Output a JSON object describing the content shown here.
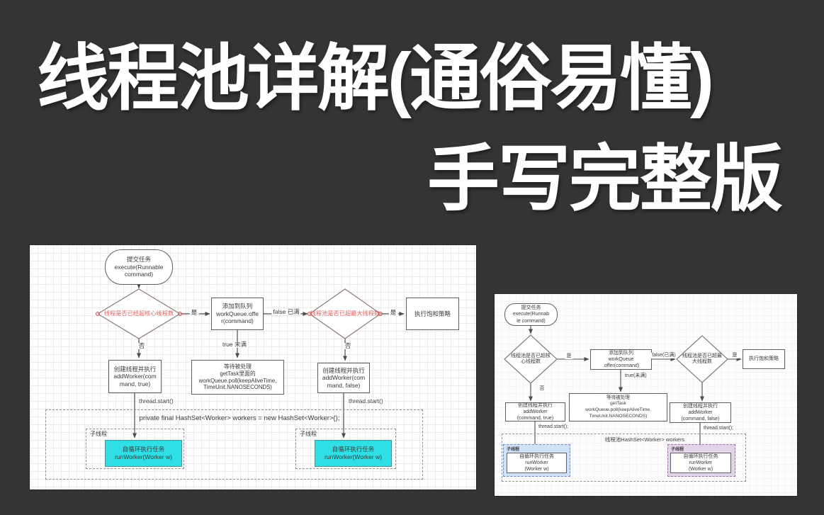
{
  "title": {
    "line1": "线程池详解(通俗易懂)",
    "line2": "手写完整版"
  },
  "colors": {
    "bg": "#343434",
    "title": "#ffffff",
    "red-text": "#e05c5c",
    "cyan": "#2ee0e6",
    "blue-fill": "#cfe2f7",
    "blue-border": "#6c8ebf",
    "purple-fill": "#e2d5ea",
    "purple-border": "#9673a6",
    "node-border": "#5f5f5f",
    "wire": "#4d4d4d"
  },
  "left_chart": {
    "start": "提交任务\nexecute(Runnable\ncommand)",
    "decision_core": "线程是否已经超核心线程数",
    "enqueue": "添加到队列\nworkQueue.offe\nr(command)",
    "decision_max": "线程池是否已超最大线程数",
    "saturation": "执行饱和策略",
    "add_worker_true": "创建线程并执行\naddWorker(com\nmand, true)",
    "get_task": "等待被处理\ngetTask里面的\nworkQueue.poll(keepAliveTime,\nTimeUnit.NANOSECONDS)",
    "add_worker_false": "创建线程并执行\naddWorker(com\nmand, false)",
    "workers_set": "private final HashSet<Worker> workers = new HashSet<Worker>();",
    "labels": {
      "yes1": "是",
      "no1": "否",
      "false_full": "false 已满",
      "true_not_full": "true 未满",
      "yes2": "是",
      "no2": "否",
      "thread_start_left": "thread.start()",
      "thread_start_right": "thread.start()"
    },
    "child_left": {
      "title": "子线程",
      "body": "自循环执行任务\nrunWorker(Worker w)"
    },
    "child_right": {
      "title": "子线程",
      "body": "自循环执行任务\nrunWorker(Worker w)"
    }
  },
  "right_chart": {
    "start": "提交任务\nexecute(Runnab\nle command)",
    "decision_core": "线程池是否已超核\n心线程数",
    "enqueue": "添加到队列\nworkQueue\n.offer(command)",
    "decision_max": "线程池是否已超最\n大线程数",
    "saturation": "执行饱和策略",
    "add_worker_true": "创建线程并执行\naddWorker\n(command, true)",
    "get_task": "等待被处理\ngetTask\nworkQueue.poll(keepAliveTime,\nTimeUnit.NANOSECONDS)",
    "add_worker_false": "创建线程并执行\naddWorker\n(command, false)",
    "workers_set": "线程池HashSet<Worker> workers",
    "labels": {
      "yes1": "是",
      "no1": "否",
      "false_full": "false(已满)",
      "true_not_full": "true(未满)",
      "yes2": "是",
      "thread_start_left": "thread.start();",
      "thread_start_right": "thread.start();"
    },
    "child_left": {
      "title": "子线程",
      "body": "自循环执行任务\nrunWorker\n(Worker w)"
    },
    "child_right": {
      "title": "子线程",
      "body": "自循环执行任务\nrunWorker\n(Worker w)"
    }
  }
}
